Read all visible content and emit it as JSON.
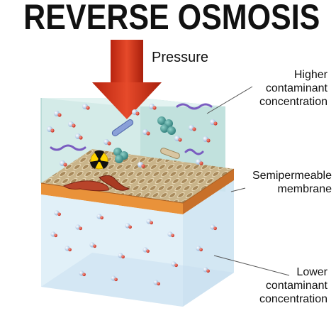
{
  "title": "REVERSE OSMOSIS",
  "labels": {
    "pressure": "Pressure",
    "higher": [
      "Higher",
      "contaminant",
      "concentration"
    ],
    "membrane": [
      "Semipermeable",
      "membrane"
    ],
    "lower": [
      "Lower",
      "contaminant",
      "concentration"
    ]
  },
  "icons": [
    "pressure-arrow-icon",
    "radioactive-icon",
    "bacteria-icon",
    "virus-icon",
    "water-molecule-icon",
    "salt-ion-icon"
  ],
  "colors": {
    "arrow": "#d9361c",
    "upper_water": "#cfe9e6",
    "lower_water": "#dcedf7",
    "membrane_orange": "#e9923a",
    "membrane_top": "#b9a37a"
  }
}
